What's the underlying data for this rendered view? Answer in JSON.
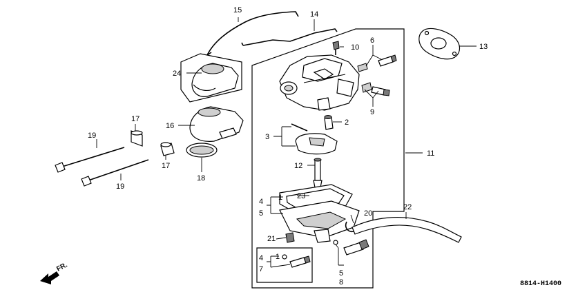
{
  "diagram": {
    "drawing_code": "8814-H1400",
    "direction_label": "FR.",
    "callouts": {
      "c1a": "1",
      "c1b": "1",
      "c2": "2",
      "c3": "3",
      "c4a": "4",
      "c4b": "4",
      "c5a": "5",
      "c5b": "5",
      "c6": "6",
      "c7": "7",
      "c8": "8",
      "c9": "9",
      "c10": "10",
      "c11": "11",
      "c12": "12",
      "c13": "13",
      "c14": "14",
      "c15": "15",
      "c16": "16",
      "c17a": "17",
      "c17b": "17",
      "c18": "18",
      "c19a": "19",
      "c19b": "19",
      "c20": "20",
      "c21": "21",
      "c22": "22",
      "c23": "23",
      "c24": "24"
    }
  }
}
